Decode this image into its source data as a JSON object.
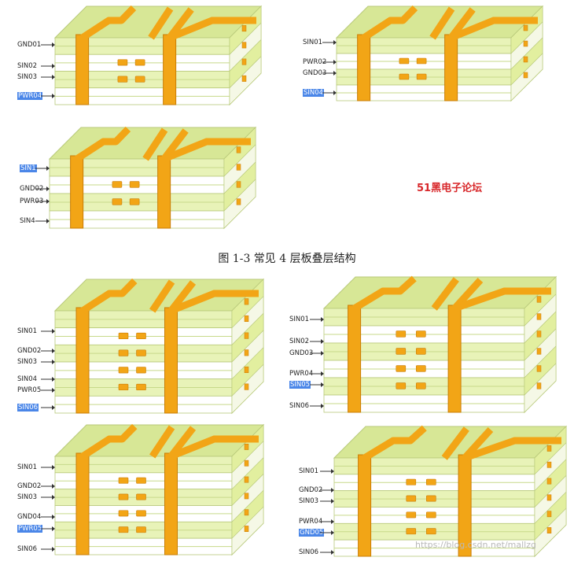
{
  "boards": [
    {
      "id": "board-1",
      "labels": [
        {
          "text": "GND01",
          "highlight": false
        },
        {
          "text": "SIN02",
          "highlight": false
        },
        {
          "text": "SIN03",
          "highlight": false
        },
        {
          "text": "PWR04",
          "highlight": true
        }
      ]
    },
    {
      "id": "board-2",
      "labels": [
        {
          "text": "SIN01",
          "highlight": false
        },
        {
          "text": "PWR02",
          "highlight": false
        },
        {
          "text": "GND03",
          "highlight": false
        },
        {
          "text": "SIN04",
          "highlight": true
        }
      ]
    },
    {
      "id": "board-3",
      "labels": [
        {
          "text": "SIN1",
          "highlight": true
        },
        {
          "text": "GND02",
          "highlight": false
        },
        {
          "text": "PWR03",
          "highlight": false
        },
        {
          "text": "SIN4",
          "highlight": false
        }
      ]
    },
    {
      "id": "board-4",
      "labels": [
        {
          "text": "SIN01",
          "highlight": false
        },
        {
          "text": "GND02",
          "highlight": false
        },
        {
          "text": "SIN03",
          "highlight": false
        },
        {
          "text": "SIN04",
          "highlight": false
        },
        {
          "text": "PWR05",
          "highlight": false
        },
        {
          "text": "SIN06",
          "highlight": true
        }
      ]
    },
    {
      "id": "board-5",
      "labels": [
        {
          "text": "SIN01",
          "highlight": false
        },
        {
          "text": "SIN02",
          "highlight": false
        },
        {
          "text": "GND03",
          "highlight": false
        },
        {
          "text": "PWR04",
          "highlight": false
        },
        {
          "text": "SIN05",
          "highlight": true
        },
        {
          "text": "SIN06",
          "highlight": false
        }
      ]
    },
    {
      "id": "board-6",
      "labels": [
        {
          "text": "SIN01",
          "highlight": false
        },
        {
          "text": "GND02",
          "highlight": false
        },
        {
          "text": "SIN03",
          "highlight": false
        },
        {
          "text": "GND04",
          "highlight": false
        },
        {
          "text": "PWR05",
          "highlight": true
        },
        {
          "text": "SIN06",
          "highlight": false
        }
      ]
    },
    {
      "id": "board-7",
      "labels": [
        {
          "text": "SIN01",
          "highlight": false
        },
        {
          "text": "GND02",
          "highlight": false
        },
        {
          "text": "SIN03",
          "highlight": false
        },
        {
          "text": "PWR04",
          "highlight": false
        },
        {
          "text": "GND05",
          "highlight": true
        },
        {
          "text": "SIN06",
          "highlight": false
        }
      ]
    }
  ],
  "caption": "图 1-3 常见 4 层板叠层结构",
  "forum_label": "51黑电子论坛",
  "watermark": "https://blog.csdn.net/mallzg",
  "colors": {
    "board_face": "#e8f3b8",
    "board_top": "#d7e796",
    "core": "#ffffff",
    "trace": "#f2a516",
    "trace_dark": "#c97d06",
    "highlight": "#4a86e8",
    "forum_text": "#d8282b"
  }
}
